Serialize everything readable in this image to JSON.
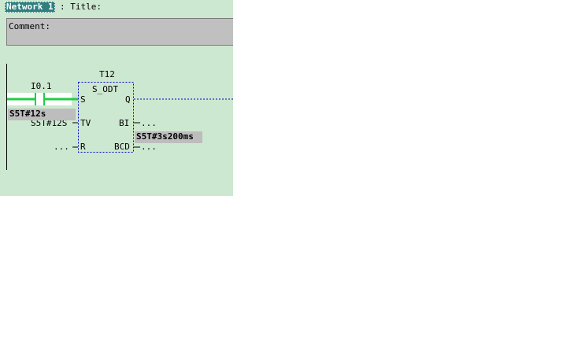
{
  "network": {
    "label": "Network 1",
    "title_label": ": Title:",
    "comment_label": "Comment:"
  },
  "contact": {
    "address": "I0.1"
  },
  "timer": {
    "name": "T12",
    "type": "S_ODT",
    "pins": {
      "s": "S",
      "tv": "TV",
      "r": "R",
      "q": "Q",
      "bi": "BI",
      "bcd": "BCD"
    },
    "tv_param": "S5T#12S",
    "r_param": "...",
    "bi_output": "...",
    "bcd_output": "..."
  },
  "status": {
    "tv_value": "S5T#12s",
    "bi_value": "S5T#3s200ms"
  },
  "colors": {
    "background": "#cde8d0",
    "power_flow": "#22cc44",
    "selection": "#0000cc",
    "status_fill": "#bdbdbd",
    "network_label": "#2f7f7f"
  }
}
